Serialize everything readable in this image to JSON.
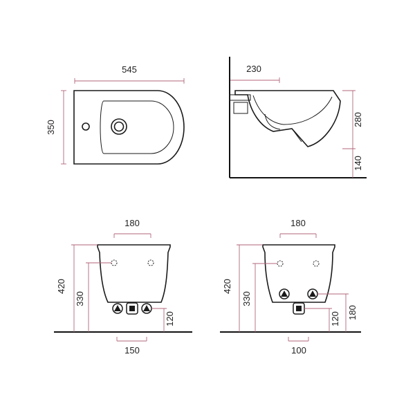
{
  "colors": {
    "outline": "#1a1a1a",
    "dimension_line": "#b0657a",
    "text": "#222222",
    "background": "#ffffff"
  },
  "top_view": {
    "width_label": "545",
    "depth_label": "350"
  },
  "side_view": {
    "projection_label": "230",
    "height_label": "280",
    "mount_label": "140"
  },
  "front_view_left": {
    "top_spacing_label": "180",
    "total_height_label": "420",
    "inlet_height_label": "330",
    "outlet_height_label": "120",
    "bottom_spacing_label": "150"
  },
  "front_view_right": {
    "top_spacing_label": "180",
    "total_height_label": "420",
    "inlet_height_label": "330",
    "outlet_height_label": "120",
    "side_inlet_label": "180",
    "bottom_spacing_label": "100"
  }
}
